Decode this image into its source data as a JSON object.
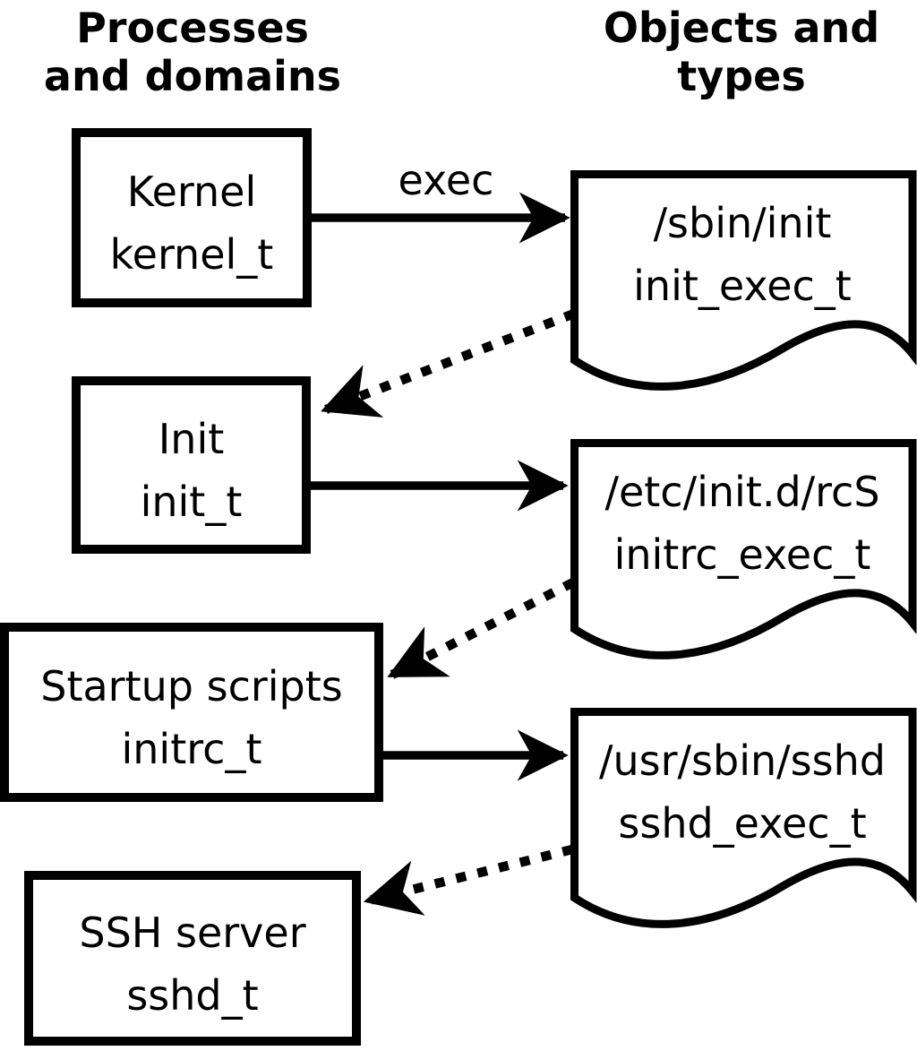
{
  "columns": {
    "left_header": {
      "line1": "Processes",
      "line2": "and domains"
    },
    "right_header": {
      "line1": "Objects and",
      "line2": "types"
    }
  },
  "processes": [
    {
      "label": "Kernel",
      "domain": "kernel_t"
    },
    {
      "label": "Init",
      "domain": "init_t"
    },
    {
      "label": "Startup scripts",
      "domain": "initrc_t"
    },
    {
      "label": "SSH server",
      "domain": "sshd_t"
    }
  ],
  "objects": [
    {
      "path": "/sbin/init",
      "type": "init_exec_t"
    },
    {
      "path": "/etc/init.d/rcS",
      "type": "initrc_exec_t"
    },
    {
      "path": "/usr/sbin/sshd",
      "type": "sshd_exec_t"
    }
  ],
  "arrows": {
    "exec_label": "exec"
  },
  "colors": {
    "ink": "#000000",
    "paper": "#ffffff"
  }
}
